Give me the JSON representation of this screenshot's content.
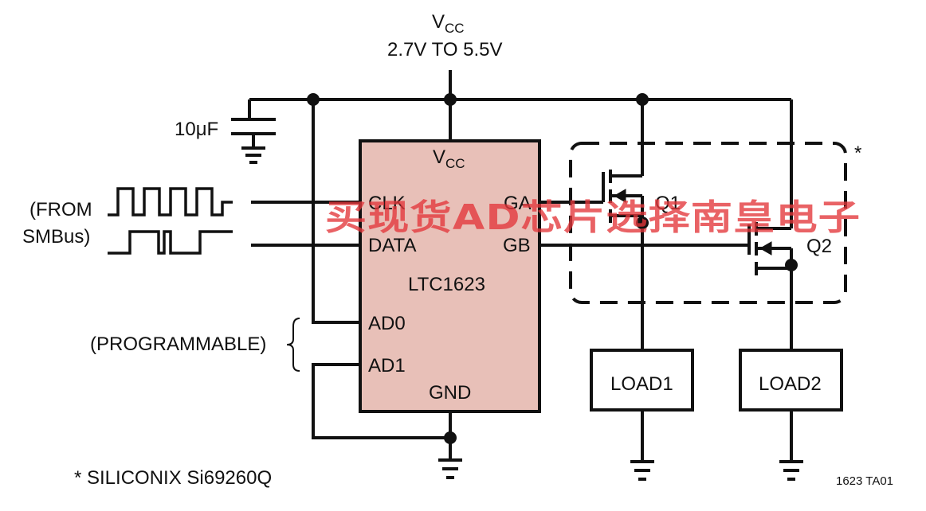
{
  "supply": {
    "vcc": "V",
    "vcc_sub": "CC",
    "range": "2.7V TO 5.5V"
  },
  "capacitor": {
    "value": "10μF"
  },
  "source": {
    "line1": "(FROM",
    "line2": "SMBus)"
  },
  "chip": {
    "name": "LTC1623",
    "vcc_pin": "V",
    "vcc_pin_sub": "CC",
    "pins": {
      "clk": "CLK",
      "data": "DATA",
      "ad0": "AD0",
      "ad1": "AD1",
      "gnd": "GND",
      "ga": "GA",
      "gb": "GB"
    },
    "fill_color": "#e8c0b8"
  },
  "address": {
    "label": "(PROGRAMMABLE)"
  },
  "transistors": {
    "q1": "Q1",
    "q2": "Q2",
    "asterisk": "*"
  },
  "loads": {
    "load1": "LOAD1",
    "load2": "LOAD2"
  },
  "footnote": "*  SILICONIX Si69260Q",
  "figure_id": "1623 TA01",
  "watermark": "买现货AD芯片选择南皇电子"
}
